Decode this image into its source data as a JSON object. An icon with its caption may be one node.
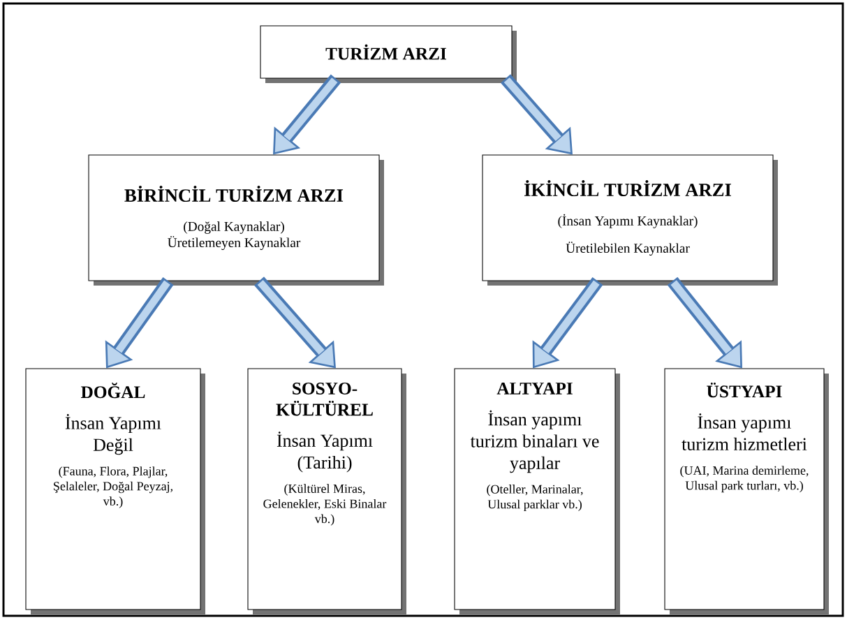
{
  "diagram": {
    "nodes": [
      {
        "text": [
          "TURİZM ARZI"
        ]
      },
      {
        "text": [
          "BİRİNCİL TURİZM ARZI",
          "(Doğal Kaynaklar)",
          "Üretilemeyen Kaynaklar"
        ]
      },
      {
        "text": [
          "İKİNCİL TURİZM ARZI",
          "(İnsan Yapımı Kaynaklar)",
          "Üretilebilen Kaynaklar"
        ]
      },
      {
        "text": [
          "DOĞAL",
          "İnsan Yapımı Değil",
          "(Fauna, Flora, Plajlar, Şelaleler, Doğal Peyzaj, vb.)"
        ]
      },
      {
        "text": [
          "SOSYO-KÜLTÜREL",
          "İnsan Yapımı (Tarihi)",
          "(Kültürel Miras, Gelenekler, Eski Binalar vb.)"
        ]
      },
      {
        "text": [
          "ALTYAPI",
          "İnsan yapımı turizm binaları ve yapılar",
          "(Oteller, Marinalar, Ulusal parklar vb.)"
        ]
      },
      {
        "text": [
          "ÜSTYAPI",
          "İnsan yapımı turizm hizmetleri",
          "(UAI, Marina demirleme, Ulusal park turları, vb.)"
        ]
      }
    ],
    "edges": [
      {
        "from": 0,
        "to": 1,
        "arrow": "to"
      },
      {
        "from": 0,
        "to": 2,
        "arrow": "to"
      },
      {
        "from": 1,
        "to": 3,
        "arrow": "to"
      },
      {
        "from": 1,
        "to": 4,
        "arrow": "to"
      },
      {
        "from": 2,
        "to": 5,
        "arrow": "to"
      },
      {
        "from": 2,
        "to": 6,
        "arrow": "to"
      }
    ]
  }
}
